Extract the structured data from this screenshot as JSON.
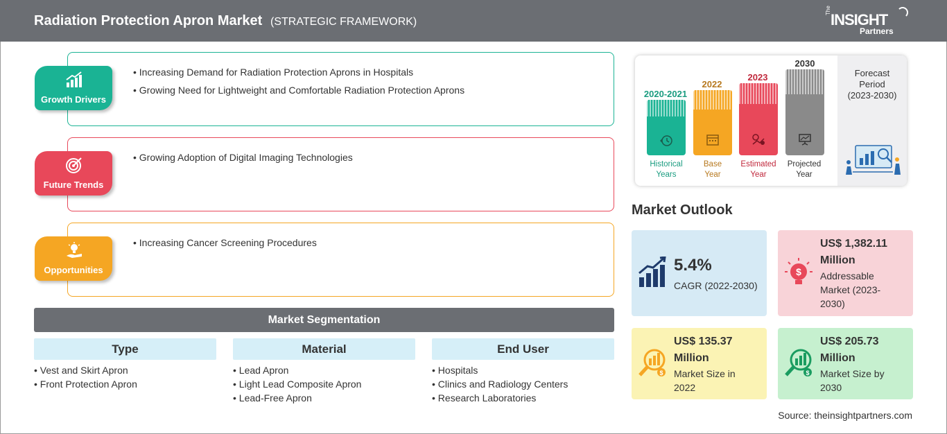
{
  "header": {
    "title": "Radiation Protection Apron Market",
    "subtitle": "(STRATEGIC FRAMEWORK)",
    "logo_the": "The",
    "logo_insight": "INSIGHT",
    "logo_partners": "Partners"
  },
  "framework": [
    {
      "label": "Growth Drivers",
      "icon": "growth-chart-icon",
      "color": "#1ab394",
      "items": [
        "Increasing Demand for Radiation Protection Aprons in Hospitals",
        "Growing Need for Lightweight and Comfortable Radiation Protection Aprons"
      ]
    },
    {
      "label": "Future Trends",
      "icon": "target-icon",
      "color": "#e8485a",
      "items": [
        "Growing Adoption of Digital Imaging Technologies"
      ]
    },
    {
      "label": "Opportunities",
      "icon": "lightbulb-hand-icon",
      "color": "#f5a623",
      "items": [
        "Increasing Cancer Screening Procedures"
      ]
    }
  ],
  "segmentation": {
    "title": "Market Segmentation",
    "columns": [
      {
        "header": "Type",
        "items": [
          "Vest and Skirt Apron",
          "Front Protection Apron"
        ]
      },
      {
        "header": "Material",
        "items": [
          "Lead Apron",
          "Light Lead Composite Apron",
          "Lead-Free Apron"
        ]
      },
      {
        "header": "End User",
        "items": [
          "Hospitals",
          "Clinics and Radiology Centers",
          "Research Laboratories"
        ]
      }
    ]
  },
  "timeline": {
    "bars": [
      {
        "year": "2020-2021",
        "label_line1": "Historical",
        "label_line2": "Years",
        "color": "#1ab394",
        "year_color": "#1a9c80",
        "icon": "history-icon"
      },
      {
        "year": "2022",
        "label_line1": "Base",
        "label_line2": "Year",
        "color": "#f5a623",
        "year_color": "#b7791f",
        "icon": "calendar-icon"
      },
      {
        "year": "2023",
        "label_line1": "Estimated",
        "label_line2": "Year",
        "color": "#e8485a",
        "year_color": "#c0283c",
        "icon": "gear-chart-icon"
      },
      {
        "year": "2030",
        "label_line1": "Projected",
        "label_line2": "Year",
        "color": "#8a8a8a",
        "year_color": "#333333",
        "icon": "presentation-icon"
      }
    ],
    "forecast_line1": "Forecast",
    "forecast_line2": "Period",
    "forecast_line3": "(2023-2030)"
  },
  "outlook": {
    "title": "Market Outlook",
    "cagr": {
      "value": "5.4%",
      "desc": "CAGR (2022-2030)",
      "bg": "#d6eaf5",
      "icon": "bar-growth-icon"
    },
    "addressable": {
      "value_line1": "US$ 1,382.11",
      "value_line2": "Million",
      "desc_line1": "Addressable",
      "desc_line2": "Market (2023-",
      "desc_line3": "2030)",
      "bg": "#f8d3d8",
      "icon": "dollar-bulb-icon"
    },
    "size2022": {
      "value_line1": "US$ 135.37",
      "value_line2": "Million",
      "desc_line1": "Market Size in",
      "desc_line2": "2022",
      "bg": "#fbf3b4",
      "icon": "magnifier-chart-icon"
    },
    "size2030": {
      "value_line1": "US$ 205.73",
      "value_line2": "Million",
      "desc_line1": "Market Size by",
      "desc_line2": "2030",
      "bg": "#c6f0cf",
      "icon": "magnifier-chart-icon"
    }
  },
  "source": "Source: theinsightpartners.com"
}
